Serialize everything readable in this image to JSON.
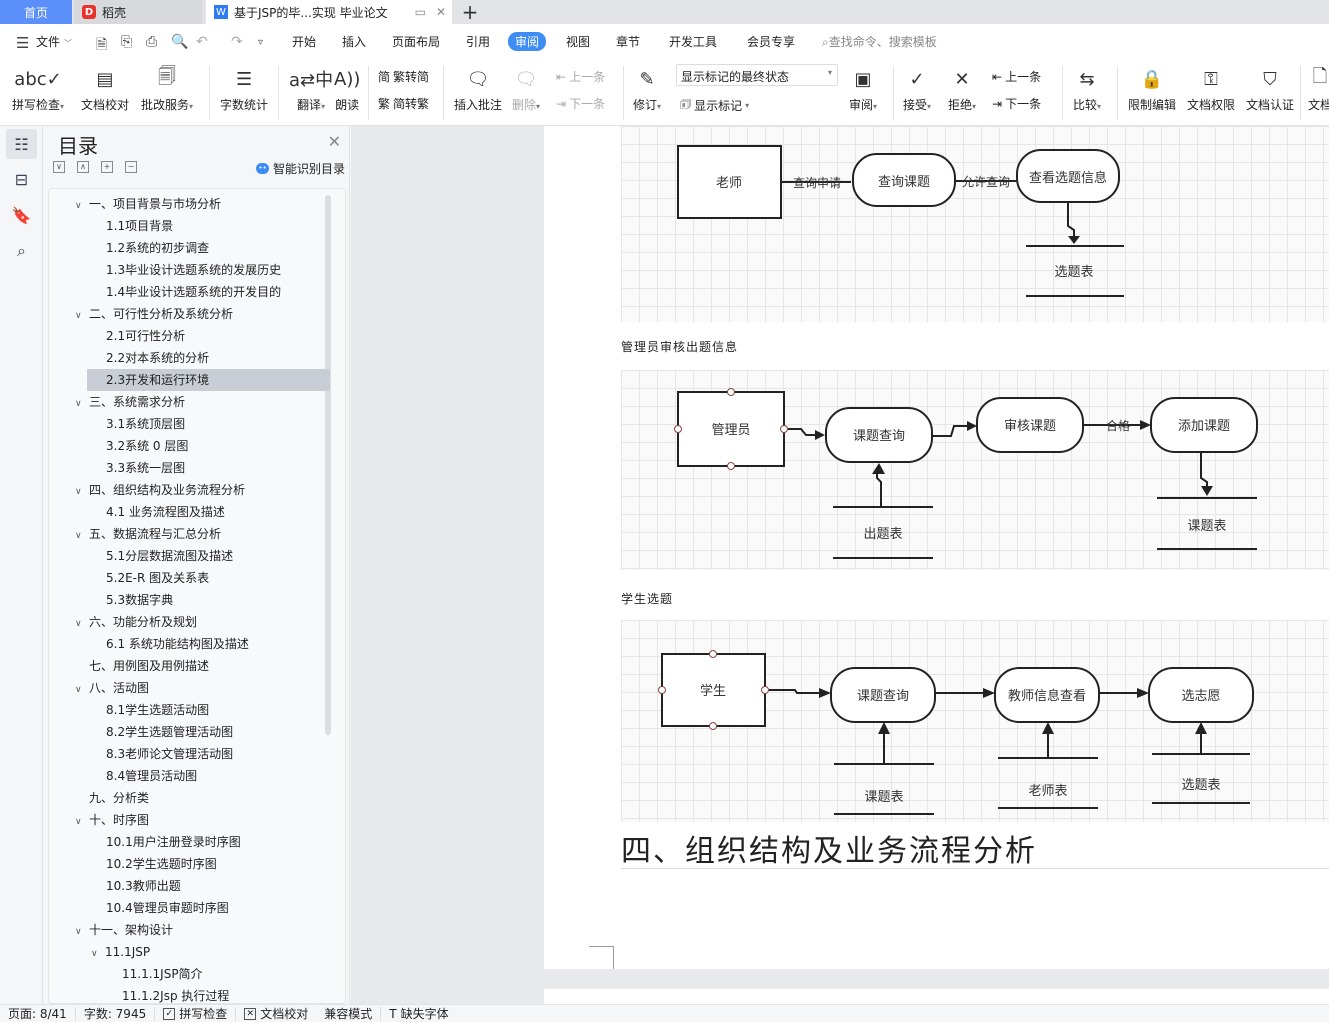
{
  "tabs": {
    "home": "首页",
    "daoke": "稻壳",
    "document": "基于JSP的毕...实现 毕业论文",
    "add": "+"
  },
  "menu": {
    "file": "文件",
    "items": [
      "开始",
      "插入",
      "页面布局",
      "引用",
      "审阅",
      "视图",
      "章节",
      "开发工具",
      "会员专享"
    ],
    "active": "审阅",
    "search_placeholder": "查找命令、搜索模板"
  },
  "ribbon": {
    "spell_check": "拼写检查",
    "doc_proofread": "文档校对",
    "correction_service": "批改服务",
    "word_count": "字数统计",
    "translate": "翻译",
    "read_aloud": "朗读",
    "trad_to_simp": "繁转简",
    "simp_to_trad": "简转繁",
    "insert_comment": "插入批注",
    "delete": "删除",
    "prev_comment": "上一条",
    "next_comment": "下一条",
    "track_changes": "修订",
    "markup_state": "显示标记的最终状态",
    "show_markup": "显示标记",
    "review": "审阅",
    "accept": "接受",
    "reject": "拒绝",
    "prev_change": "上一条",
    "next_change": "下一条",
    "compare": "比较",
    "restrict_edit": "限制编辑",
    "doc_permission": "文档权限",
    "doc_certify": "文档认证",
    "doc_more": "文档"
  },
  "toc": {
    "title": "目录",
    "smart_recognize": "智能识别目录",
    "items": [
      {
        "label": "一、项目背景与市场分析",
        "level": 1,
        "expandable": true
      },
      {
        "label": "1.1项目背景",
        "level": 2
      },
      {
        "label": "1.2系统的初步调查",
        "level": 2
      },
      {
        "label": "1.3毕业设计选题系统的发展历史",
        "level": 2
      },
      {
        "label": "1.4毕业设计选题系统的开发目的",
        "level": 2
      },
      {
        "label": "二、可行性分析及系统分析",
        "level": 1,
        "expandable": true
      },
      {
        "label": "2.1可行性分析",
        "level": 2
      },
      {
        "label": "2.2对本系统的分析",
        "level": 2
      },
      {
        "label": "2.3开发和运行环境",
        "level": 2,
        "selected": true
      },
      {
        "label": "三、系统需求分析",
        "level": 1,
        "expandable": true
      },
      {
        "label": "3.1系统顶层图",
        "level": 2
      },
      {
        "label": "3.2系统 0 层图",
        "level": 2
      },
      {
        "label": "3.3系统一层图",
        "level": 2
      },
      {
        "label": "四、组织结构及业务流程分析",
        "level": 1,
        "expandable": true
      },
      {
        "label": "4.1 业务流程图及描述",
        "level": 2
      },
      {
        "label": "五、数据流程与汇总分析",
        "level": 1,
        "expandable": true
      },
      {
        "label": "5.1分层数据流图及描述",
        "level": 2
      },
      {
        "label": "5.2E-R 图及关系表",
        "level": 2
      },
      {
        "label": "5.3数据字典",
        "level": 2
      },
      {
        "label": "六、功能分析及规划",
        "level": 1,
        "expandable": true
      },
      {
        "label": "6.1 系统功能结构图及描述",
        "level": 2
      },
      {
        "label": "七、用例图及用例描述",
        "level": 1
      },
      {
        "label": "八、活动图",
        "level": 1,
        "expandable": true
      },
      {
        "label": "8.1学生选题活动图",
        "level": 2
      },
      {
        "label": "8.2学生选题管理活动图",
        "level": 2
      },
      {
        "label": "8.3老师论文管理活动图",
        "level": 2
      },
      {
        "label": "8.4管理员活动图",
        "level": 2
      },
      {
        "label": "九、分析类",
        "level": 1
      },
      {
        "label": "十、时序图",
        "level": 1,
        "expandable": true
      },
      {
        "label": "10.1用户注册登录时序图",
        "level": 2
      },
      {
        "label": "10.2学生选题时序图",
        "level": 2
      },
      {
        "label": "10.3教师出题",
        "level": 2
      },
      {
        "label": "10.4管理员审题时序图",
        "level": 2
      },
      {
        "label": "十一、架构设计",
        "level": 1,
        "expandable": true
      },
      {
        "label": "11.1JSP",
        "level": 2,
        "expandable": true
      },
      {
        "label": "11.1.1JSP简介",
        "level": 3
      },
      {
        "label": "11.1.2Jsp 执行过程",
        "level": 3
      }
    ]
  },
  "document": {
    "diagram1": {
      "actor": "老师",
      "flow1": "查询申请",
      "process1": "查询课题",
      "flow2": "允许查询",
      "process2": "查看选题信息",
      "store": "选题表"
    },
    "caption2": "管理员审核出题信息",
    "diagram2": {
      "actor": "管理员",
      "process1": "课题查询",
      "process2": "审核课题",
      "flow": "合格",
      "process3": "添加课题",
      "store1": "出题表",
      "store2": "课题表"
    },
    "caption3": "学生选题",
    "diagram3": {
      "actor": "学生",
      "process1": "课题查询",
      "process2": "教师信息查看",
      "process3": "选志愿",
      "store1": "课题表",
      "store2": "老师表",
      "store3": "选题表"
    },
    "heading": "四、组织结构及业务流程分析"
  },
  "status": {
    "page": "页面: 8/41",
    "words": "字数: 7945",
    "spell_check": "拼写检查",
    "doc_proofread": "文档校对",
    "compat_mode": "兼容模式",
    "missing_font": "缺失字体"
  }
}
